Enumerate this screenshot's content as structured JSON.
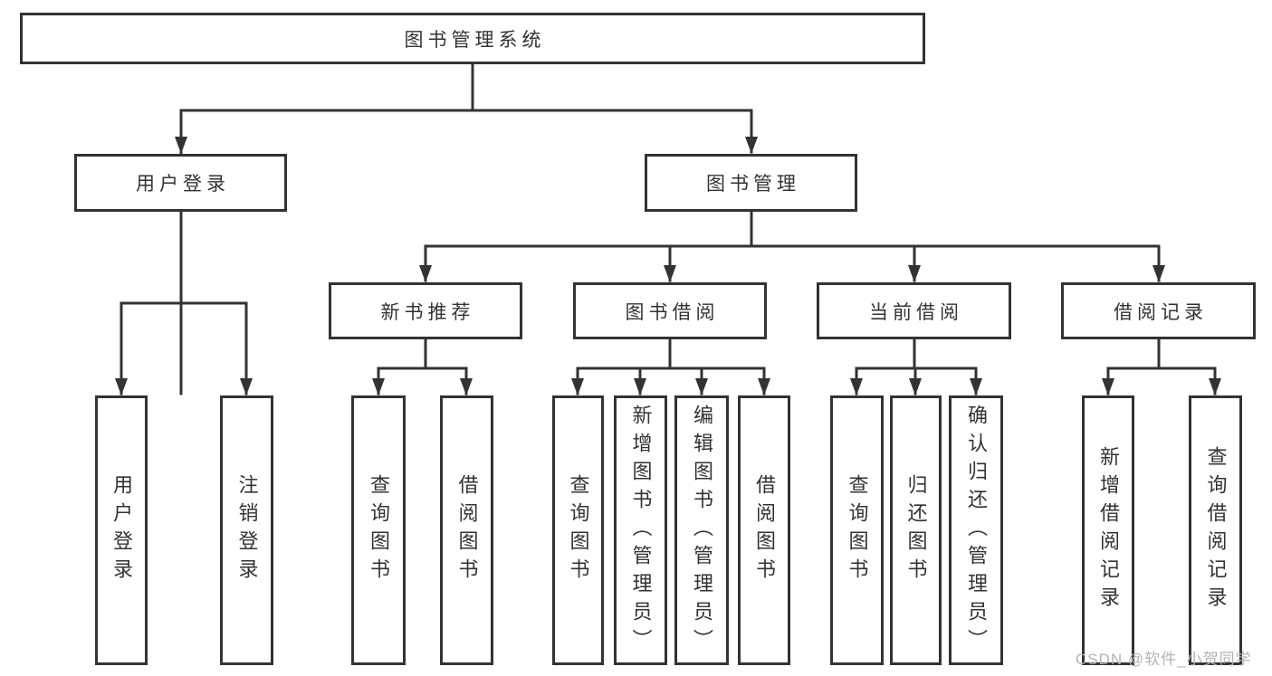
{
  "nodes": {
    "root": "图书管理系统",
    "user_login": "用户登录",
    "book_mgmt": "图书管理",
    "new_book": "新书推荐",
    "borrow": "图书借阅",
    "current": "当前借阅",
    "record": "借阅记录",
    "ul_login": "用户登录",
    "ul_logout": "注销登录",
    "nb_query": "查询图书",
    "nb_borrow": "借阅图书",
    "bw_query": "查询图书",
    "bw_add": "新增图书（管理员）",
    "bw_edit": "编辑图书（管理员）",
    "bw_borrow": "借阅图书",
    "cu_query": "查询图书",
    "cu_return": "归还图书",
    "cu_confirm": "确认归还（管理员）",
    "rc_add": "新增借阅记录",
    "rc_query": "查询借阅记录"
  },
  "watermark": "CSDN @软件_小贺同学",
  "colors": {
    "line": "#333333",
    "text": "#333333",
    "box_fill": "#ffffff",
    "watermark": "#b3b3b3"
  }
}
